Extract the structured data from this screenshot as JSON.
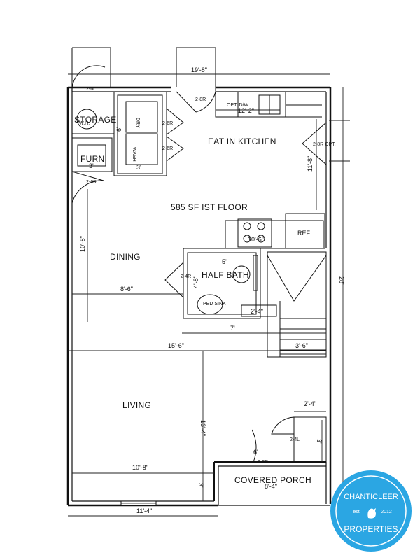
{
  "plan": {
    "floor_area": "585 SF IST FLOOR",
    "rooms": {
      "kitchen": "EAT IN KITCHEN",
      "dining": "DINING",
      "living": "LIVING",
      "half_bath": "HALF BATH",
      "storage": "STORAGE",
      "furnace": "FURN",
      "porch": "COVERED PORCH"
    },
    "fixtures": {
      "dryer": "DRY",
      "washer": "WASH",
      "dishwasher": "OPT. D/W",
      "refrigerator": "REF",
      "sink": "PED SINK",
      "water_heater": "W.H."
    },
    "dimensions": {
      "overall_top": "19'-8\"",
      "overall_bottom": "11'-4\"",
      "overall_right": "28'",
      "kitchen_width": "12'-2\"",
      "kitchen_depth": "11'-8\"",
      "range_counter": "10'-6\"",
      "dining_depth": "10'-8\"",
      "dining_width": "8'-6\"",
      "bath_width": "5'",
      "bath_depth": "4'-8\"",
      "closet": "2'-4\"",
      "stair_span": "7'",
      "mid_width": "15'-6\"",
      "stair_landing": "3'-6\"",
      "living_depth": "13'-4\"",
      "living_width": "10'-8\"",
      "porch_step": "3'",
      "porch_width": "8'-4\"",
      "entry_depth": "6'",
      "closet_width": "2'-4\"",
      "closet_depth": "3'",
      "laundry_depth": "6'",
      "laundry_width": "3'",
      "furnace_width": "3'"
    },
    "doors": {
      "storage": "2-6L",
      "furnace": "2-6R",
      "laundry_upper": "2-6R",
      "laundry_lower": "2-6R",
      "kitchen": "2-8R",
      "kitchen_opt": "2-8R OPT.",
      "bath": "2-4R",
      "closet": "2-4L",
      "entry": "3-0R"
    }
  },
  "badge": {
    "top": "CHANTICLEER",
    "est": "est.",
    "year": "2012",
    "bottom": "PROPERTIES"
  }
}
